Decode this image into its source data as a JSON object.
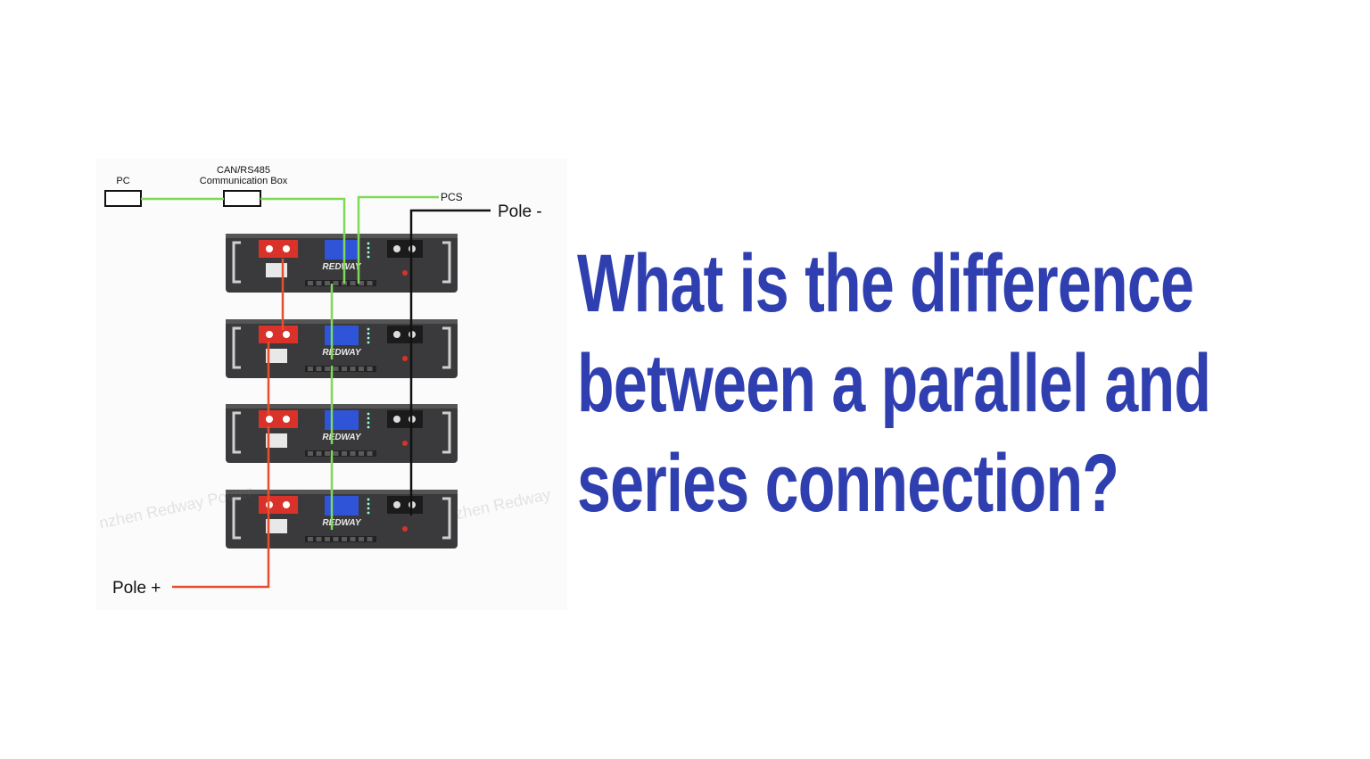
{
  "diagram": {
    "labels": {
      "pc": "PC",
      "comm_box_line1": "CAN/RS485",
      "comm_box_line2": "Communication Box",
      "pcs": "PCS",
      "pole_minus": "Pole -",
      "pole_plus": "Pole +"
    },
    "battery_brand": "REDWAY",
    "battery_count": 4,
    "watermark_left": "nzhen Redway Power",
    "watermark_right": "zhen Redway",
    "colors": {
      "comm_line": "#7ed957",
      "positive_line": "#e4502f",
      "negative_line": "#111111",
      "battery_body": "#3a3a3c",
      "screen": "#2f54d8",
      "terminal_red": "#d9322a"
    }
  },
  "headline": {
    "line1": "What is the difference",
    "line2": "between a parallel and",
    "line3": "series connection?",
    "color": "#2f3fb0"
  }
}
